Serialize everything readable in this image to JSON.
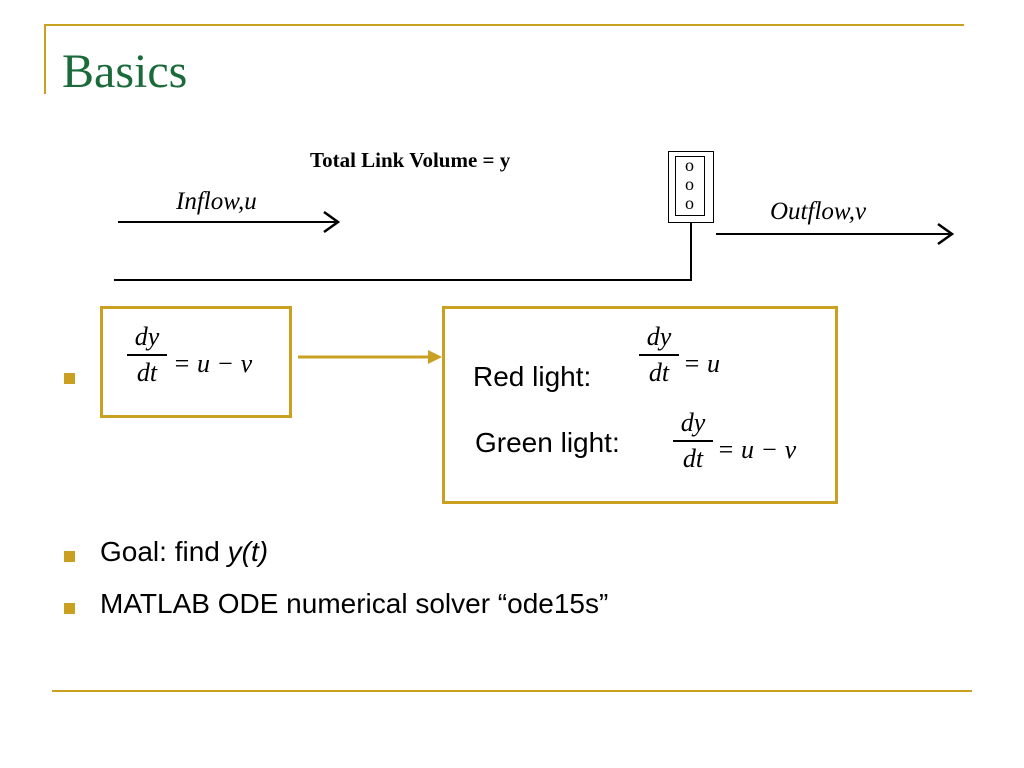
{
  "slide": {
    "title": "Basics"
  },
  "diagram": {
    "total_label": "Total Link Volume = y",
    "inflow_label": "Inflow,u",
    "outflow_label": "Outflow,v",
    "signal_lights": [
      "o",
      "o",
      "o"
    ]
  },
  "equation_box": {
    "numerator": "dy",
    "denominator": "dt",
    "rhs": "= u − v"
  },
  "rules_box": {
    "red_label": "Red light:",
    "red_rhs": "= u",
    "green_label": "Green light:",
    "green_rhs": "= u − v",
    "numerator": "dy",
    "denominator": "dt"
  },
  "bullets": {
    "goal_prefix": "Goal: find ",
    "goal_var": "y(t)",
    "solver": "MATLAB ODE numerical solver “ode15s”"
  },
  "colors": {
    "accent": "#c9a020",
    "title": "#1b6b3a"
  }
}
